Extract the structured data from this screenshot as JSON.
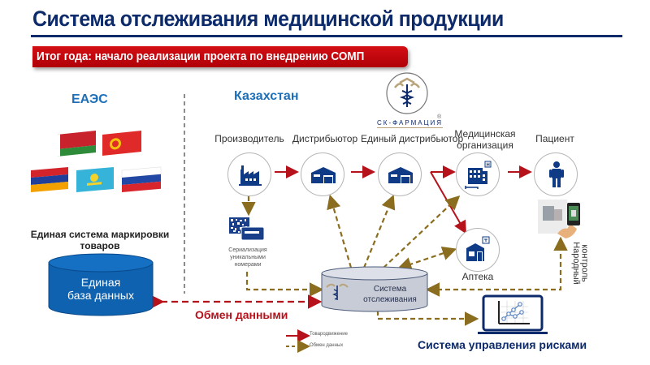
{
  "header": {
    "title": "Система отслеживания медицинской продукции",
    "banner": "Итог года: начало реализации проекта по внедрению СОМП"
  },
  "left": {
    "region_title": "ЕАЭС",
    "flags": [
      "belarus-flag",
      "kyrgyzstan-flag",
      "armenia-flag",
      "kazakhstan-flag",
      "russia-flag"
    ],
    "system_title_line1": "Единая система маркировки",
    "system_title_line2": "товаров",
    "db_line1": "Единая",
    "db_line2": "база данных"
  },
  "right": {
    "region_title": "Казахстан",
    "logo_text": "СК-ФАРМАЦИЯ",
    "logo_mark": "®",
    "nodes": {
      "manufacturer": "Производитель",
      "distributor": "Дистрибьютор",
      "single_distributor": "Единый дистрибьютор",
      "medical_org_line1": "Медицинская",
      "medical_org_line2": "организация",
      "patient": "Пациент",
      "pharmacy": "Аптека"
    },
    "serialization_line1": "Сериализация",
    "serialization_line2": "уникальными",
    "serialization_line3": "номерами",
    "tracking_line1": "Система",
    "tracking_line2": "отслеживания",
    "public_control_line1": "Народный",
    "public_control_line2": "контроль",
    "risk_system": "Система управления рисками"
  },
  "exchange_label": "Обмен данными",
  "legend": {
    "goods": "Товародвижение",
    "data": "Обмен данных"
  },
  "colors": {
    "navy": "#0d2a6b",
    "icon_blue": "#0f3a86",
    "red": "#b5121b",
    "gold": "#8a6d1e",
    "db_blue": "#0f62b0",
    "accent_blue": "#1d6fb8"
  }
}
